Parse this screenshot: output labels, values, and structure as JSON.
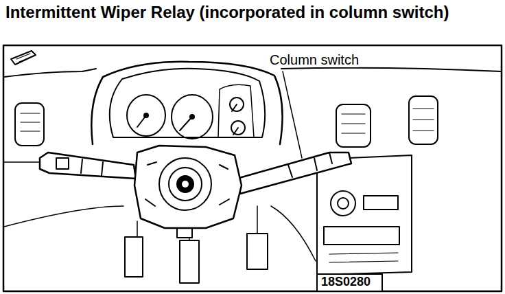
{
  "diagram": {
    "title": "Intermittent Wiper Relay (incorporated in column switch)",
    "labels": [
      "Column switch",
      "18S0280"
    ]
  }
}
